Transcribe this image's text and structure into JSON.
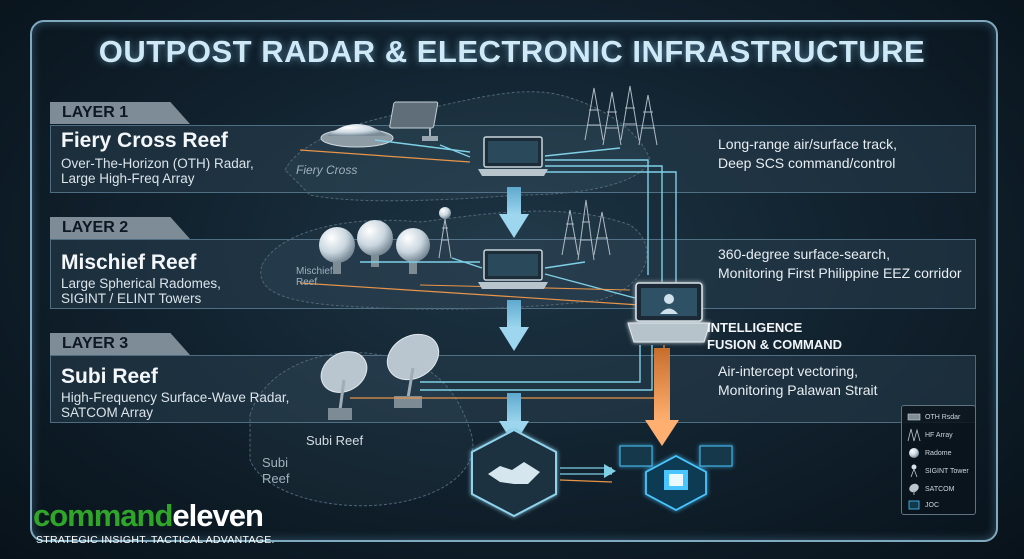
{
  "title": "OUTPOST RADAR & ELECTRONIC INFRASTRUCTURE",
  "layers": [
    {
      "tag": "LAYER 1",
      "reef": "Fiery Cross Reef",
      "systems": "Over-The-Horizon (OTH) Radar,\nLarge High-Freq Array",
      "role": "Long-range air/surface track,\nDeep SCS command/control",
      "map_label": "Fiery Cross"
    },
    {
      "tag": "LAYER 2",
      "reef": "Mischief Reef",
      "systems": "Large Spherical Radomes,\nSIGINT / ELINT Towers",
      "role": "360-degree surface-search,\nMonitoring First Philippine EEZ corridor",
      "map_label": "Mischief\nReef"
    },
    {
      "tag": "LAYER 3",
      "reef": "Subi Reef",
      "systems": "High-Frequency Surface-Wave Radar,\nSATCOM Array",
      "role": "Air-intercept vectoring,\nMonitoring Palawan Strait",
      "map_label": "Subi Reef",
      "map_label_2": "Subi\nReef"
    }
  ],
  "fusion_label": "INTELLIGENCE\nFUSION & COMMAND",
  "legend": [
    {
      "icon": "oth-radar-icon",
      "label": "OTH Rsdar"
    },
    {
      "icon": "hf-array-icon",
      "label": "HF Array"
    },
    {
      "icon": "radome-icon",
      "label": "Radome"
    },
    {
      "icon": "sigint-tower-icon",
      "label": "SIGINT Tower"
    },
    {
      "icon": "satcom-icon",
      "label": "SATCOM"
    },
    {
      "icon": "joc-icon",
      "label": "JOC"
    }
  ],
  "brand": {
    "part1": "command",
    "part2": "eleven",
    "slogan": "STRATEGIC INSIGHT. TACTICAL ADVANTAGE."
  },
  "colors": {
    "cyan_flow": "#7fd0e6",
    "orange_flow": "#e8954a",
    "accent_glow": "#49c6ff",
    "brand_green": "#2fa52a"
  }
}
